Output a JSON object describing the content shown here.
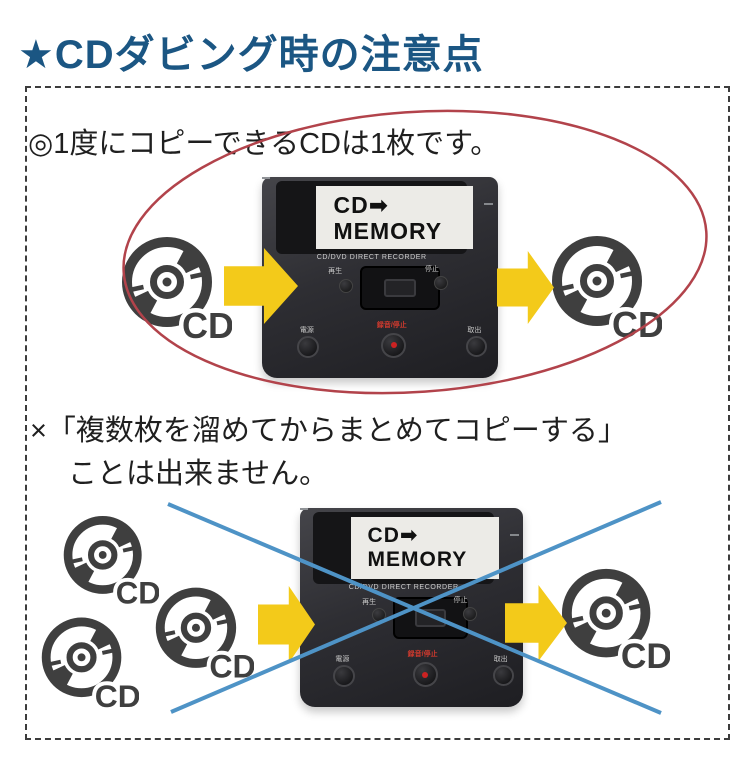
{
  "title": {
    "text": "★CDダビング時の注意点"
  },
  "sections": {
    "one": {
      "heading": "◎1度にコピーできるCDは1枚です。"
    },
    "two": {
      "heading_line1": "×「複数枚を溜めてからまとめてコピーする」",
      "heading_line2": "ことは出来ません。"
    }
  },
  "device": {
    "screen_line1": "CD➡",
    "screen_line2": "MEMORY",
    "caption": "CD/DVD DIRECT RECORDER",
    "labels": {
      "play": "再生",
      "stop": "停止",
      "power": "電源",
      "record": "録音/停止",
      "eject": "取出"
    }
  },
  "cd_icon": {
    "label": "CD"
  },
  "colors": {
    "title": "#1b5683",
    "heading": "#1f1f1f",
    "ellipse": "#b2434b",
    "cross": "#4e93c6",
    "arrow": "#f3ca1a",
    "cd": "#3f3f3f",
    "border": "#3c3c3c",
    "screen_text": "#111111",
    "record_label": "#d03a2e"
  }
}
